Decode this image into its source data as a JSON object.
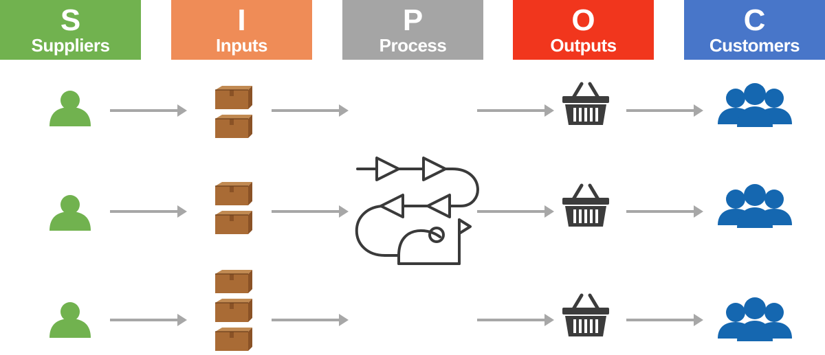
{
  "headers": [
    {
      "letter": "S",
      "word": "Suppliers",
      "color": "#71B24F"
    },
    {
      "letter": "I",
      "word": "Inputs",
      "color": "#EF8C57"
    },
    {
      "letter": "P",
      "word": "Process",
      "color": "#A5A5A5"
    },
    {
      "letter": "O",
      "word": "Outputs",
      "color": "#F1361D"
    },
    {
      "letter": "C",
      "word": "Customers",
      "color": "#4876C9"
    }
  ],
  "colors": {
    "supplier": "#71B24F",
    "box": "#A96B35",
    "box_dark": "#8A5226",
    "box_light": "#C18A52",
    "arrow": "#A7A7A7",
    "process": "#3A3A3A",
    "basket": "#3C3C3C",
    "customer": "#1567B0"
  },
  "icons": {
    "supplier": "person-icon",
    "input": "box-icon",
    "process": "process-path-icon",
    "output": "basket-icon",
    "customer": "group-icon"
  }
}
